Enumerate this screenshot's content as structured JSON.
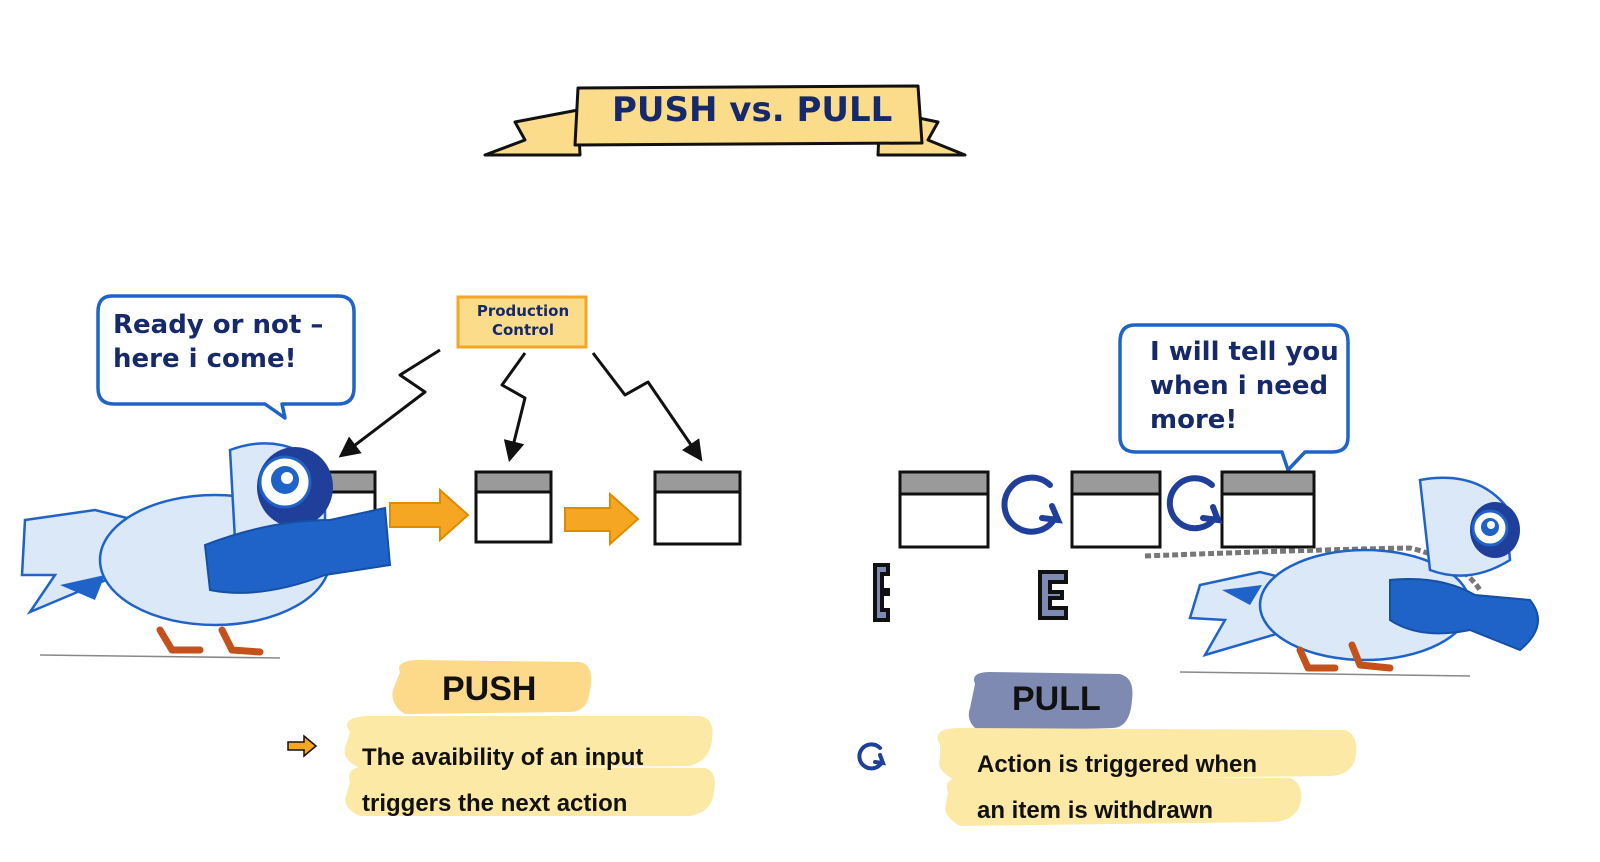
{
  "banner": {
    "title": "PUSH vs. PULL"
  },
  "push_side": {
    "speech": [
      "Ready or not –",
      "here i come!"
    ],
    "production_control": [
      "Production",
      "Control"
    ],
    "label": "PUSH",
    "description": [
      "The avaibility of an input",
      "triggers the next action"
    ]
  },
  "pull_side": {
    "speech": [
      "I will tell you",
      "when i need",
      "more!"
    ],
    "label": "PULL",
    "description": [
      "Action is triggered when",
      "an item is withdrawn"
    ]
  },
  "colors": {
    "navy": "#16296b",
    "banner": "#fbdc8a",
    "orange": "#f5a623",
    "push_highlight": "#fdd98a",
    "pull_highlight": "#7f8ab2",
    "text_highlight": "#fde9a6",
    "bird_light": "#dbe8f8",
    "bird_blue": "#1f63c9",
    "bubble_border": "#1f63c9"
  },
  "icons": [
    "push-arrow-icon",
    "pull-cycle-icon",
    "lightning-arrow-icon",
    "kanban-card-icon"
  ]
}
